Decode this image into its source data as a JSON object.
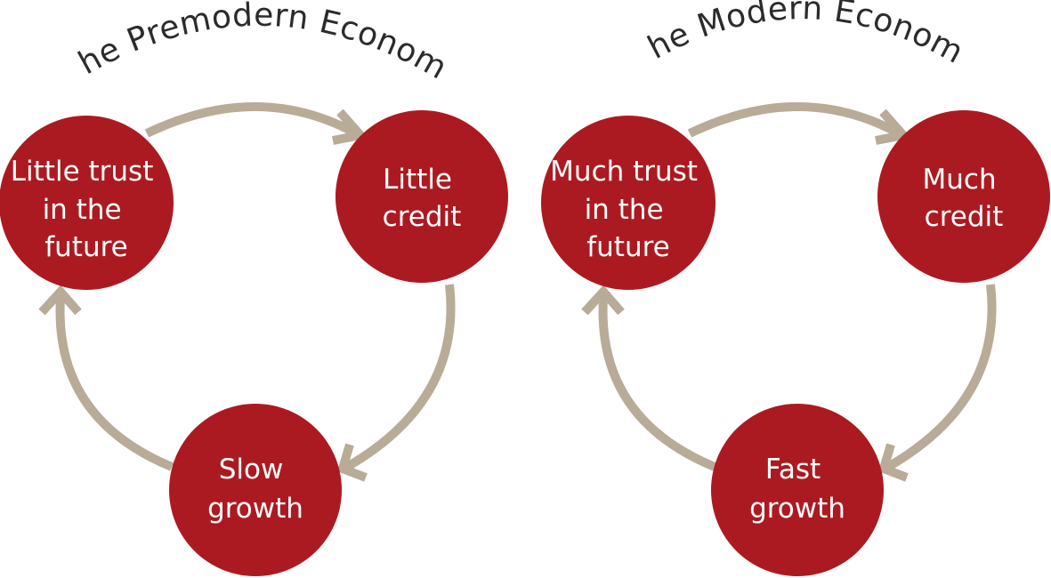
{
  "colors": {
    "node_fill": "#ac1a21",
    "arrow": "#b8ab98",
    "node_text": "#ffffff",
    "title_text": "#2b2b2b"
  },
  "premodern": {
    "title": "The Premodern Economy",
    "nodes": {
      "trust": [
        "Little trust",
        "in the",
        "future"
      ],
      "credit": [
        "Little",
        "credit"
      ],
      "growth": [
        "Slow",
        "growth"
      ]
    }
  },
  "modern": {
    "title": "The Modern Economy",
    "nodes": {
      "trust": [
        "Much trust",
        "in the",
        "future"
      ],
      "credit": [
        "Much",
        "credit"
      ],
      "growth": [
        "Fast",
        "growth"
      ]
    }
  }
}
